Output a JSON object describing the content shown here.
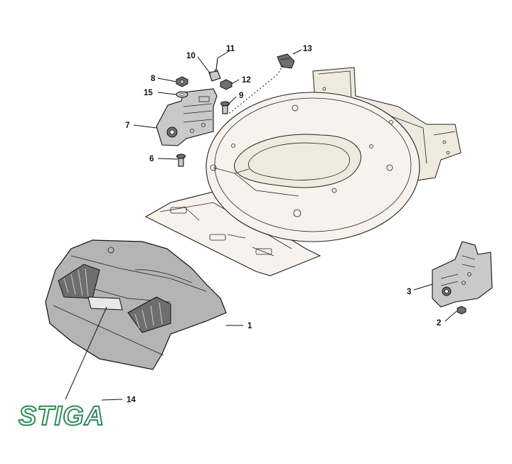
{
  "callouts": {
    "c1": "1",
    "c2": "2",
    "c3": "3",
    "c6": "6",
    "c7": "7",
    "c8": "8",
    "c9": "9",
    "c10": "10",
    "c11": "11",
    "c12": "12",
    "c13": "13",
    "c14": "14",
    "c15": "15"
  },
  "logo": {
    "text": "STIGA",
    "color": "#2e8b57"
  }
}
